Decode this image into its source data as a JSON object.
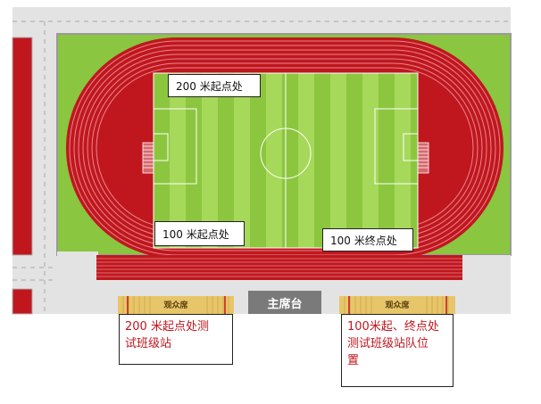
{
  "labels": {
    "start_200": "200 米起点处",
    "start_100": "100 米起点处",
    "finish_100": "100 米终点处"
  },
  "stands": {
    "left_seats": "观众席",
    "right_seats": "观众席",
    "main_podium": "主席台"
  },
  "notes": {
    "left": [
      "200 米起点处测",
      "试班级站"
    ],
    "right": [
      "100米起、终点处",
      "测试班级站队位",
      "置"
    ]
  },
  "colors": {
    "track_red": "#c0171f",
    "track_line": "#e8868b",
    "grass_light": "#a6d85a",
    "grass_dark": "#8cc63f",
    "field_outer": "#8ac63f",
    "gray_area": "#e3e3e3",
    "podium": "#7a7a7a",
    "seat_stripe": "#e7c66a",
    "note_text": "#c0171f"
  }
}
